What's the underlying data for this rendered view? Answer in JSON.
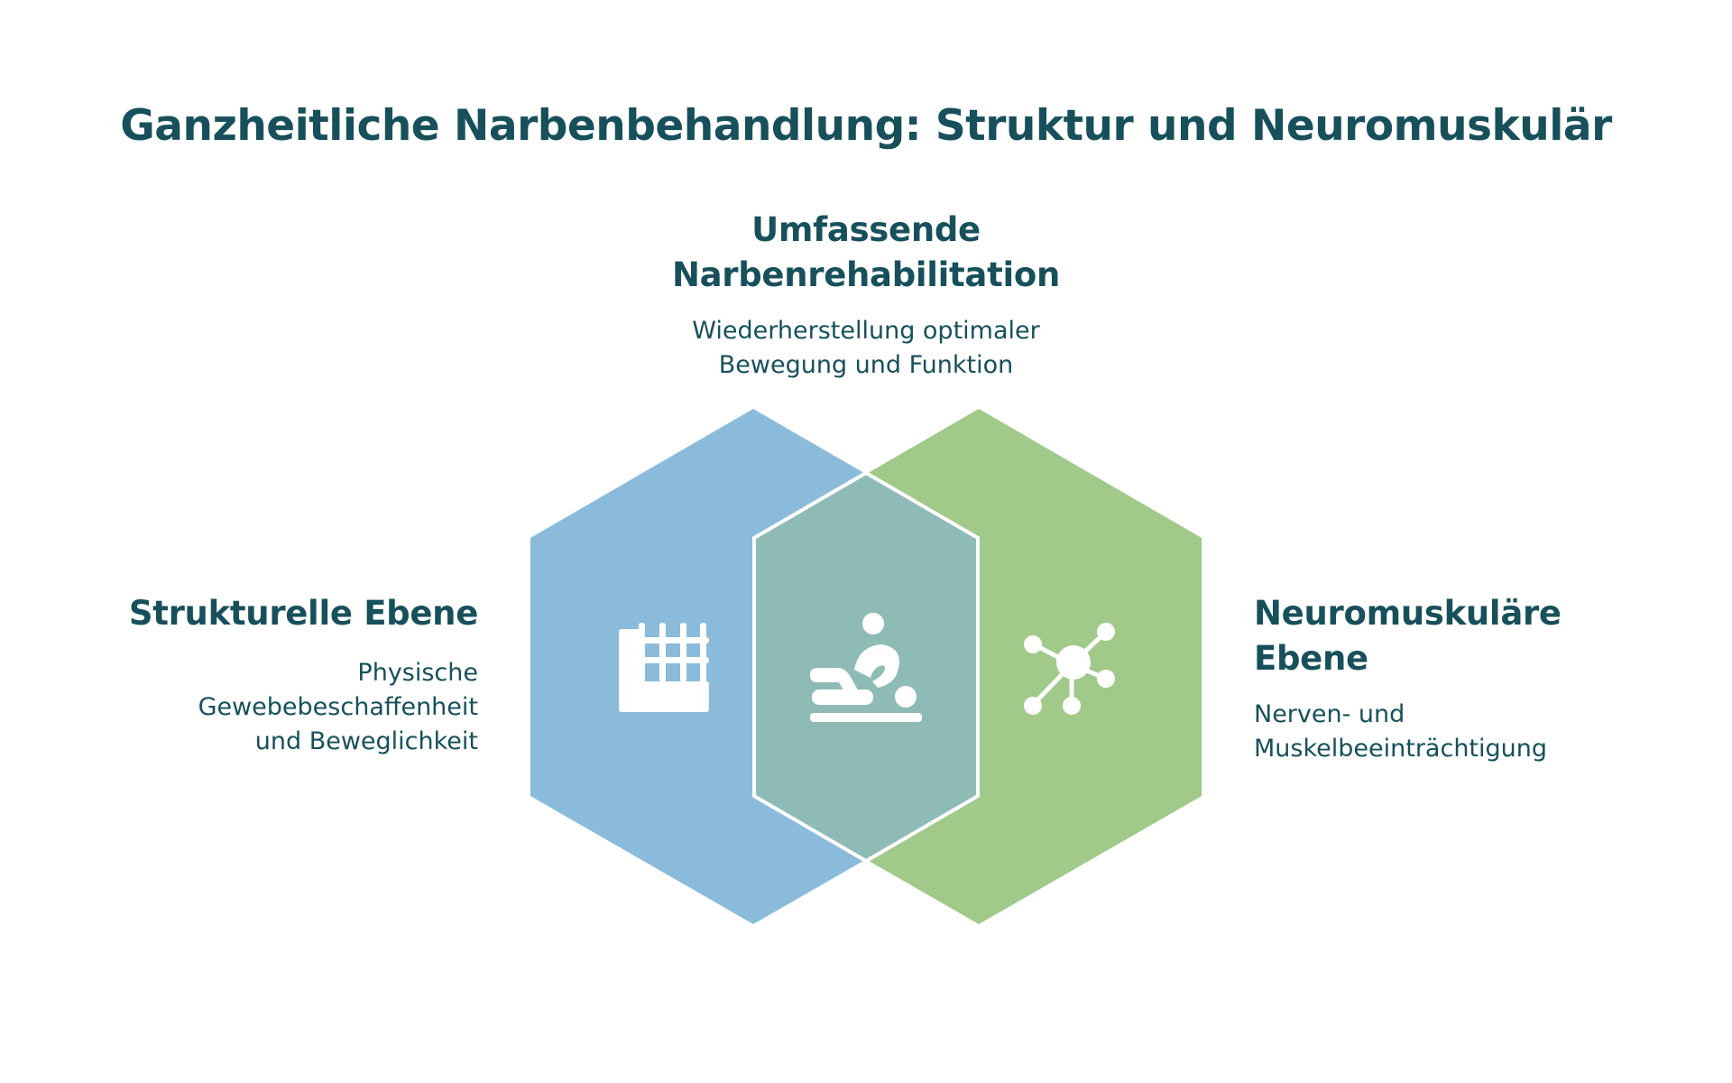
{
  "title": "Ganzheitliche Narbenbehandlung: Struktur und Neuromuskulär",
  "center": {
    "heading_line1": "Umfassende",
    "heading_line2": "Narbenrehabilitation",
    "desc_line1": "Wiederherstellung optimaler",
    "desc_line2": "Bewegung und Funktion",
    "icon": "massage-therapy-icon"
  },
  "left": {
    "heading": "Strukturelle Ebene",
    "desc_line1": "Physische",
    "desc_line2": "Gewebebeschaffenheit",
    "desc_line3": "und Beweglichkeit",
    "icon": "building-structure-icon"
  },
  "right": {
    "heading_line1": "Neuromuskuläre",
    "heading_line2": "Ebene",
    "desc_line1": "Nerven- und",
    "desc_line2": "Muskelbeeinträchtigung",
    "icon": "network-nodes-icon"
  },
  "colors": {
    "text": "#17505b",
    "blue": "#8bbbda",
    "green": "#a0c98a",
    "overlap": "#8fbbb7"
  }
}
